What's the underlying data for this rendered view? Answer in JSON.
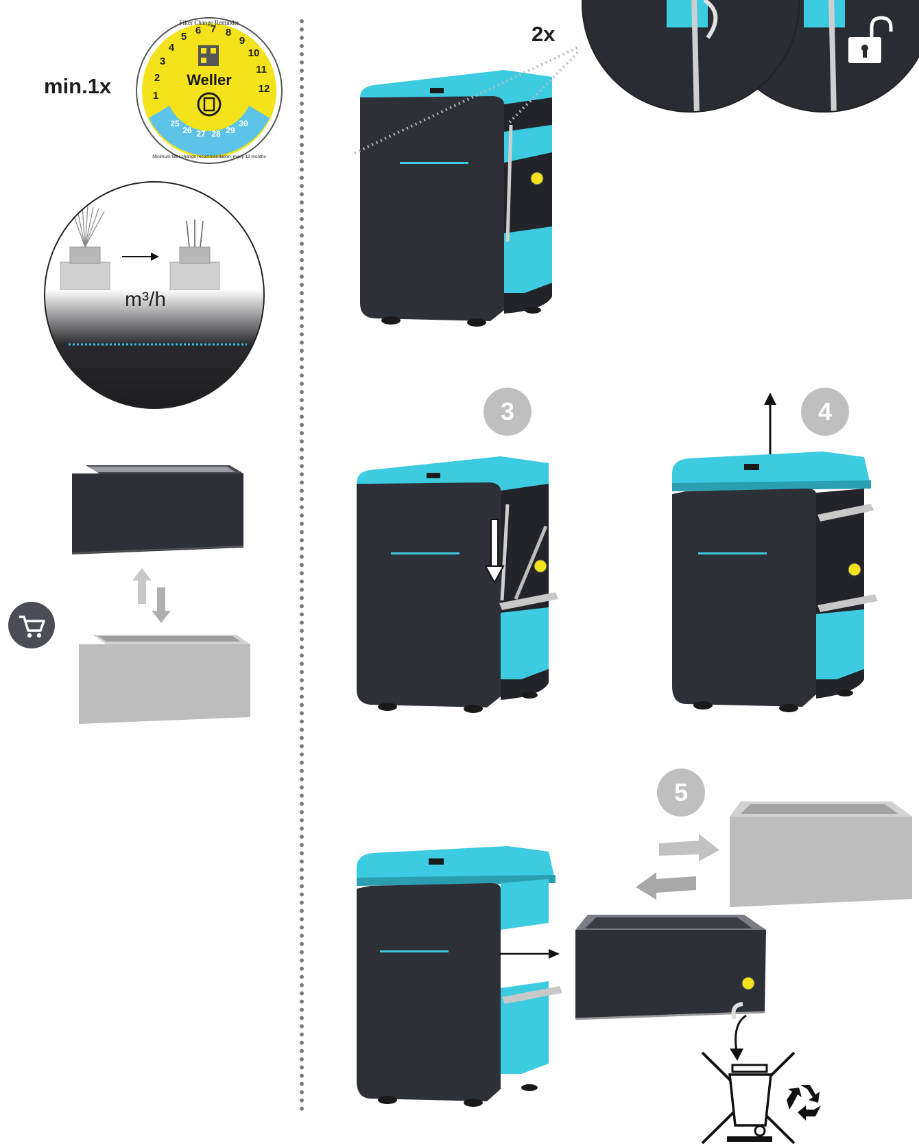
{
  "labels": {
    "frequency": "min.1x",
    "count": "2x",
    "flow_unit": "m³/h"
  },
  "steps": [
    "3",
    "4",
    "5"
  ],
  "reminder_label": {
    "brand": "Weller",
    "title": "Filter Change Reminder",
    "months": [
      "1",
      "2",
      "3",
      "4",
      "5",
      "6",
      "7",
      "8",
      "9",
      "10",
      "11",
      "12"
    ],
    "days": [
      "25",
      "26",
      "27",
      "28",
      "29",
      "30"
    ],
    "recommendation": "Minimum filter change recommendation: every 12 months"
  },
  "icons": {
    "cart": "cart-icon",
    "unlock": "unlock-icon",
    "recycle": "recycle-icon",
    "waste_bin": "crossed-bin-icon"
  },
  "colors": {
    "cyan": "#3ccbe0",
    "body": "#2e3038",
    "body_dark": "#22242a",
    "label_yellow": "#f4e21b",
    "label_blue": "#5ec3e8",
    "filter_gray": "#bdbdbd",
    "step_gray": "#bfbfbf"
  }
}
